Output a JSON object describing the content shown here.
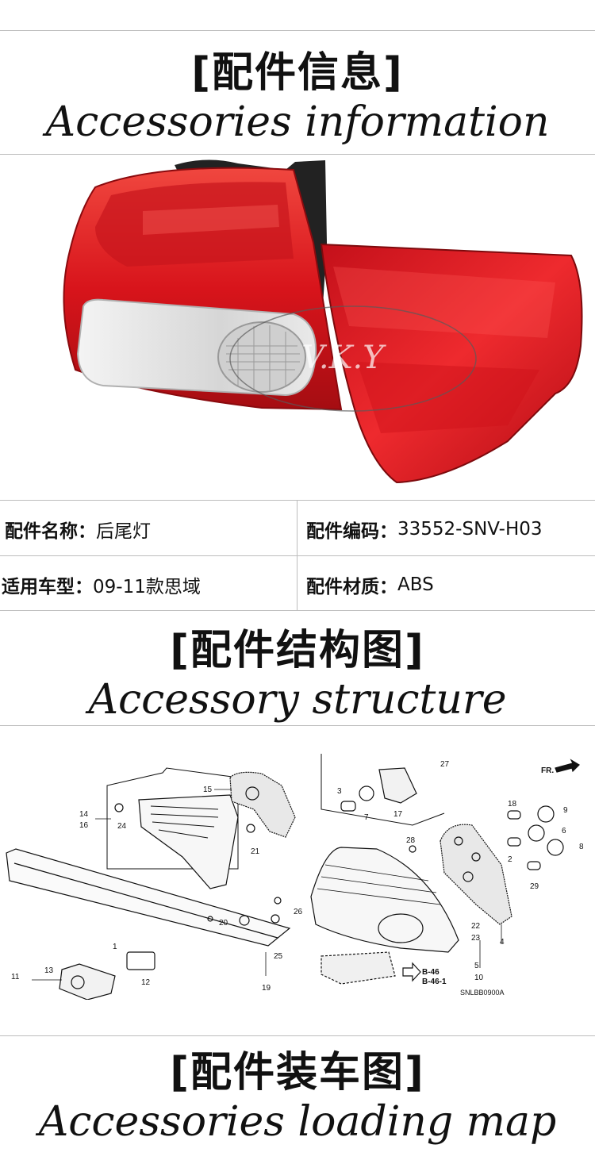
{
  "section1": {
    "cn": "[配件信息]",
    "en": "Accessories information"
  },
  "watermark": "V.K.Y",
  "info": {
    "name_label": "配件名称：",
    "name_value": "后尾灯",
    "code_label": "配件编码：",
    "code_value": "33552-SNV-H03",
    "model_label": "适用车型：",
    "model_value": "09-11款思域",
    "material_label": "配件材质：",
    "material_value": "ABS"
  },
  "section2": {
    "cn": "[配件结构图]",
    "en": "Accessory structure"
  },
  "diagram": {
    "direction_label": "FR.",
    "part_numbers": [
      "1",
      "2",
      "3",
      "4",
      "5",
      "6",
      "7",
      "8",
      "9",
      "10",
      "11",
      "12",
      "13",
      "14",
      "15",
      "16",
      "17",
      "18",
      "19",
      "20",
      "21",
      "22",
      "23",
      "24",
      "25",
      "26",
      "27",
      "28",
      "29"
    ],
    "refs": [
      "B-46",
      "B-46-1"
    ],
    "code": "SNLBB0900A"
  },
  "section3": {
    "cn": "[配件装车图]",
    "en": "Accessories loading map"
  }
}
